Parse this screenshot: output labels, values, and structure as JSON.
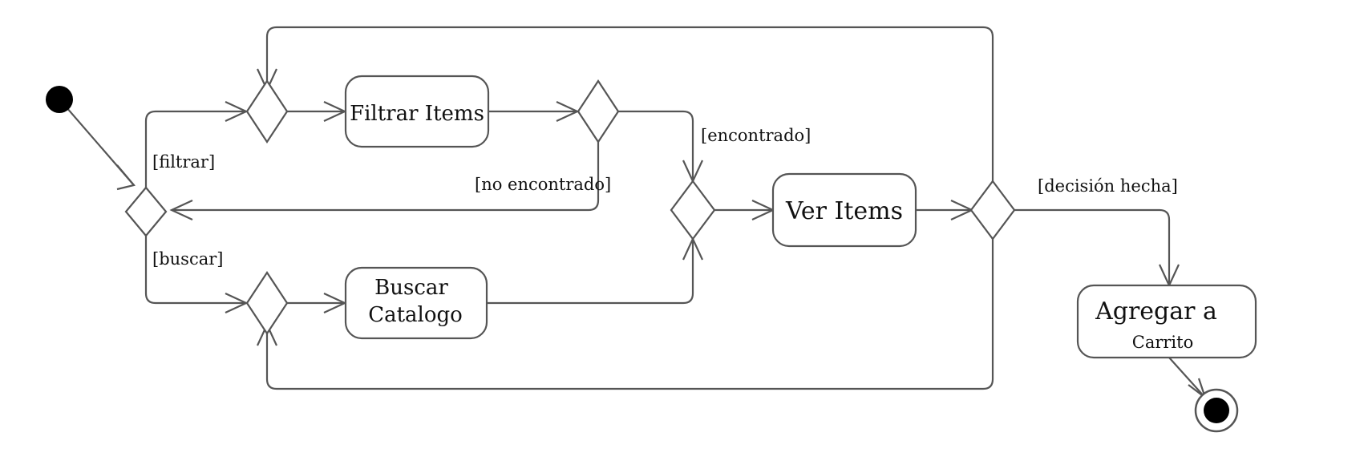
{
  "actions": {
    "filtrar": "Filtrar Items",
    "buscar_line1": "Buscar",
    "buscar_line2": "Catalogo",
    "ver": "Ver Items",
    "agregar_line1": "Agregar a",
    "agregar_line2": "Carrito"
  },
  "guards": {
    "filtrar": "[filtrar]",
    "buscar": "[buscar]",
    "no_encontrado": "[no encontrado]",
    "encontrado": "[encontrado]",
    "decision_hecha": "[decisión hecha]"
  }
}
